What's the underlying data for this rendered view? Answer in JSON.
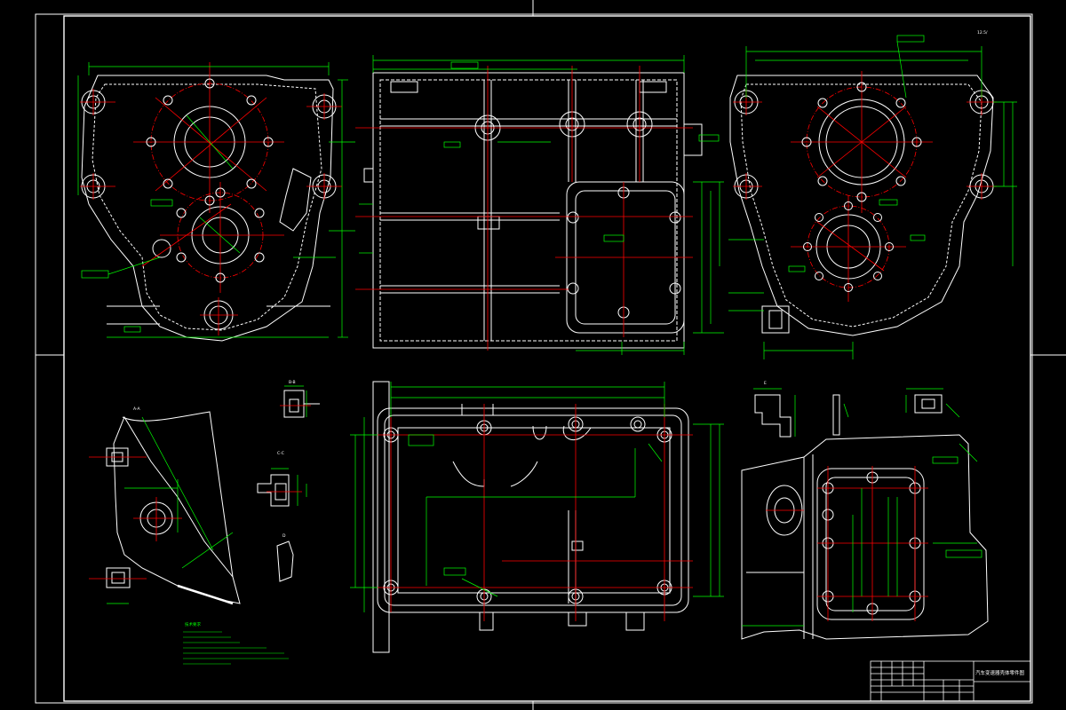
{
  "colors": {
    "background": "#000000",
    "outline": "#ffffff",
    "centerline": "#ff0000",
    "dimension": "#00ff00"
  },
  "title_block": {
    "title": "汽车变速器壳体零件图"
  },
  "roughness_mark": "12.5/",
  "tech_notes_heading": "技术要求",
  "view_labels": {
    "section_aa": "A-A",
    "section_bb": "B-B",
    "section_cc": "C-C",
    "detail_d": "D",
    "detail_e": "E"
  }
}
